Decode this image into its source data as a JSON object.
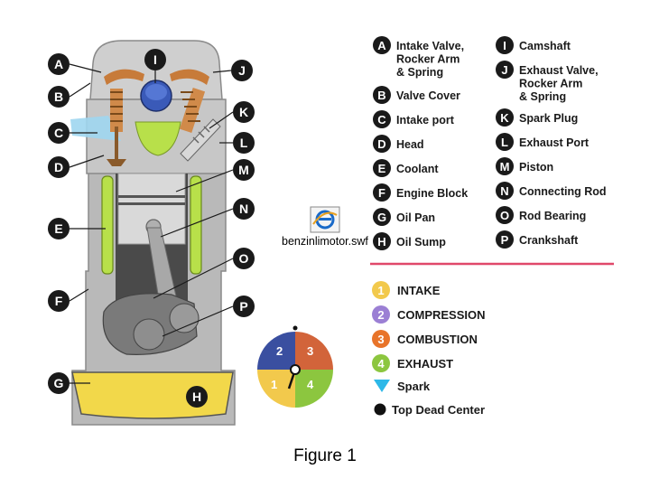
{
  "parts": [
    {
      "letter": "A",
      "name": "Intake Valve,\nRocker Arm\n& Spring"
    },
    {
      "letter": "B",
      "name": "Valve Cover"
    },
    {
      "letter": "C",
      "name": "Intake port"
    },
    {
      "letter": "D",
      "name": "Head"
    },
    {
      "letter": "E",
      "name": "Coolant"
    },
    {
      "letter": "F",
      "name": "Engine Block"
    },
    {
      "letter": "G",
      "name": "Oil Pan"
    },
    {
      "letter": "H",
      "name": "Oil Sump"
    },
    {
      "letter": "I",
      "name": "Camshaft"
    },
    {
      "letter": "J",
      "name": "Exhaust Valve,\nRocker Arm\n& Spring"
    },
    {
      "letter": "K",
      "name": "Spark Plug"
    },
    {
      "letter": "L",
      "name": "Exhaust Port"
    },
    {
      "letter": "M",
      "name": "Piston"
    },
    {
      "letter": "N",
      "name": "Connecting Rod"
    },
    {
      "letter": "O",
      "name": "Rod Bearing"
    },
    {
      "letter": "P",
      "name": "Crankshaft"
    }
  ],
  "strokes": [
    {
      "number": "1",
      "name": "INTAKE",
      "color": "#f2c94c"
    },
    {
      "number": "2",
      "name": "COMPRESSION",
      "color": "#9b7fd4"
    },
    {
      "number": "3",
      "name": "COMBUSTION",
      "color": "#e8742a"
    },
    {
      "number": "4",
      "name": "EXHAUST",
      "color": "#8cc63f"
    }
  ],
  "markers": {
    "spark": "Spark",
    "tdc": "Top Dead Center"
  },
  "wheel": {
    "q1": "1",
    "q2": "2",
    "q3": "3",
    "q4": "4"
  },
  "sump_label": "H",
  "file": {
    "name": "benzinlimotor.swf",
    "icon": "internet-explorer-icon"
  },
  "caption": "Figure 1",
  "colors": {
    "callout": "#1a1a1a",
    "divider": "#e0486a",
    "coolant": "#b8e04a",
    "oil": "#f2d84a",
    "intake_air": "#9fd6f0"
  }
}
